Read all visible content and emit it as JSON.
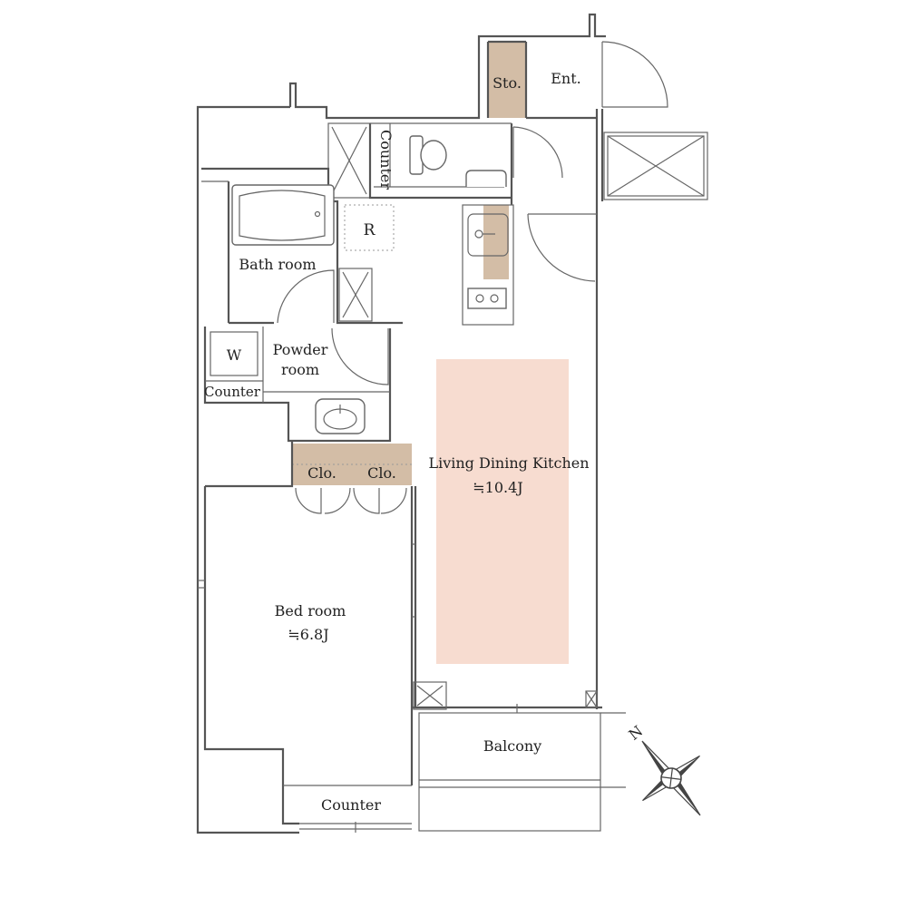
{
  "colors": {
    "storage": "#d3bda6",
    "ldk_highlight": "#f7dcd0",
    "wall": "#555555",
    "line": "#666666"
  },
  "rooms": {
    "storage": "Sto.",
    "entrance": "Ent.",
    "toilet_counter": "Counter",
    "refrigerator": "R",
    "bath_room": "Bath room",
    "washer": "W",
    "powder_room_line1": "Powder",
    "powder_room_line2": "room",
    "powder_counter": "Counter",
    "closet_left": "Clo.",
    "closet_right": "Clo.",
    "ldk_name": "Living Dining Kitchen",
    "ldk_size": "≒10.4J",
    "bed_room_name": "Bed room",
    "bed_room_size": "≒6.8J",
    "balcony": "Balcony",
    "bottom_counter": "Counter"
  },
  "compass": {
    "north_label": "N",
    "icon": "compass-rose-icon"
  }
}
